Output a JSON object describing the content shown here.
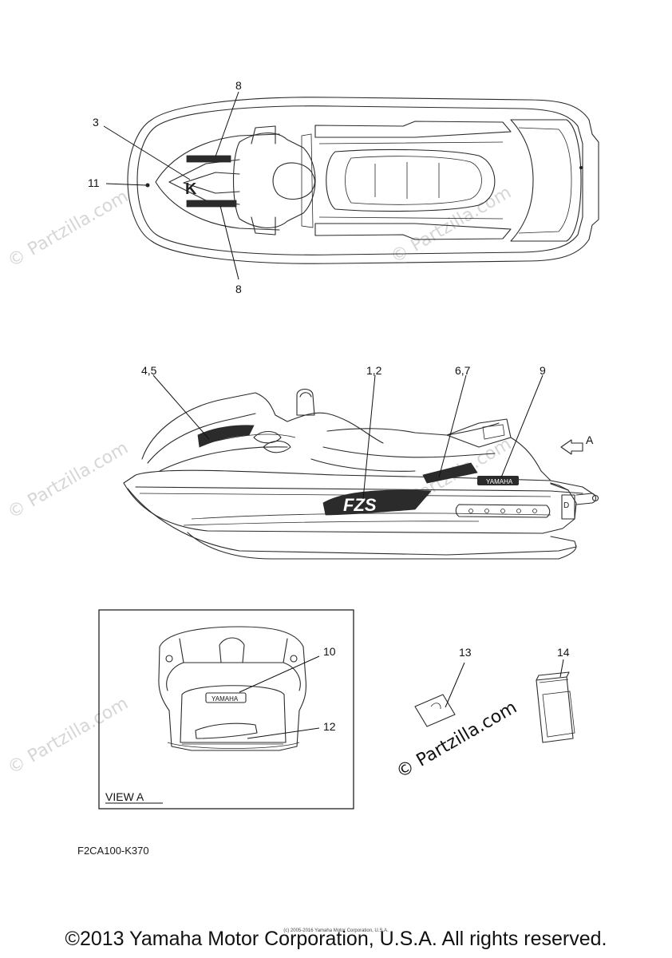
{
  "callouts": {
    "c8_top": "8",
    "c3": "3",
    "c11": "11",
    "c8_bottom": "8",
    "c45": "4,5",
    "c12_side": "1,2",
    "c67": "6,7",
    "c9": "9",
    "arrow_a": "A",
    "c10": "10",
    "c12": "12",
    "c13": "13",
    "c14": "14"
  },
  "view_label": "VIEW A",
  "watermark": "© Partzilla.com",
  "diagram_code": "F2CA100-K370",
  "fine_print": "(c) 2005-2016 Yamaha Motor Corporation, U.S.A.",
  "copyright": "©2013 Yamaha Motor Corporation, U.S.A. All rights reserved.",
  "decal_text": {
    "yamaha": "YAMAHA",
    "fzs": "FZS",
    "k": "K"
  }
}
